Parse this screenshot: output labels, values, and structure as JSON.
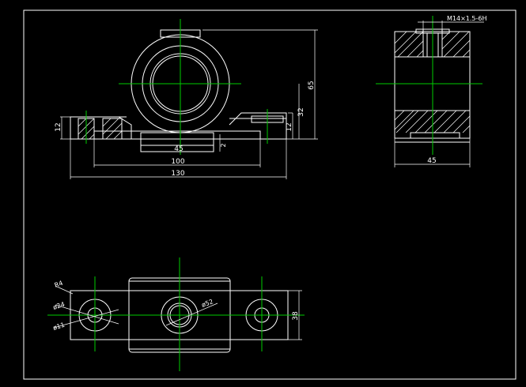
{
  "drawing": {
    "colors": {
      "background": "#000000",
      "outline": "#ffffff",
      "centerline": "#00cc00",
      "hatch": "#ffffff"
    },
    "front_view": {
      "dim_height_total": "65",
      "dim_height_axis": "32",
      "dim_base_thickness": "12",
      "dim_base_thickness_left": "12",
      "dim_slot_width": "45",
      "dim_hole_spacing": "100",
      "dim_overall_length": "130",
      "dim_small": "2"
    },
    "side_view": {
      "thread_callout": "M14×1.5-6H",
      "dim_width": "45"
    },
    "top_view": {
      "radius_label": "R4",
      "hole_dia_left": "ø24",
      "hole_dia_right": "ø11",
      "bore_label": "ø52",
      "dim_depth": "38"
    }
  }
}
